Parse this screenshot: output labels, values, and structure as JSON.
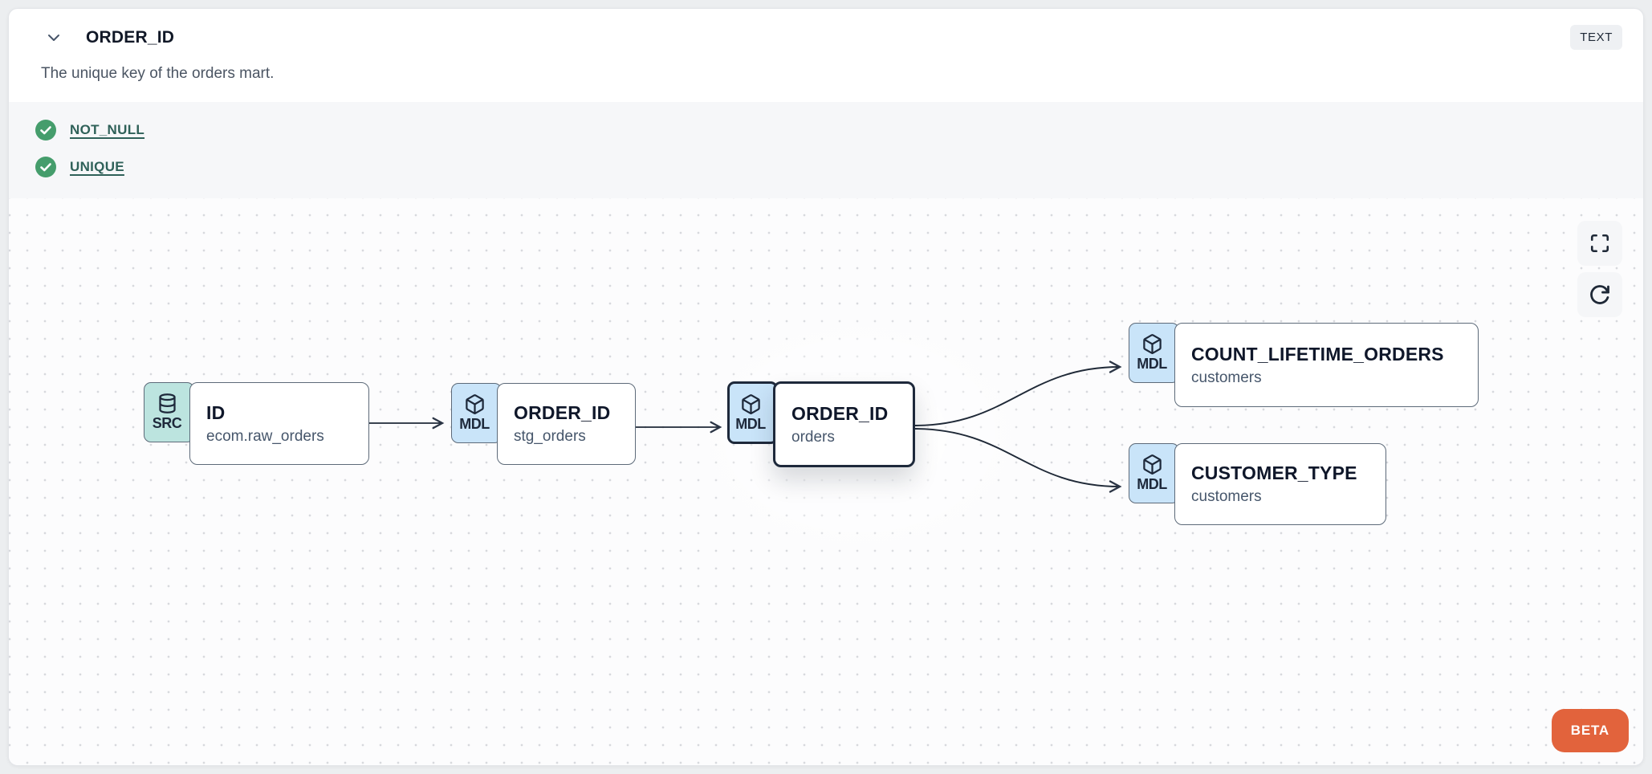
{
  "header": {
    "title": "ORDER_ID",
    "description": "The unique key of the orders mart.",
    "type_badge": "TEXT"
  },
  "tests": [
    {
      "label": "NOT_NULL",
      "status": "passed",
      "icon": "check-circle-icon"
    },
    {
      "label": "UNIQUE",
      "status": "passed",
      "icon": "check-circle-icon"
    }
  ],
  "lineage": {
    "nodes": [
      {
        "badge": "SRC",
        "icon": "database-icon",
        "title": "ID",
        "subtitle": "ecom.raw_orders",
        "highlighted": false
      },
      {
        "badge": "MDL",
        "icon": "cube-icon",
        "title": "ORDER_ID",
        "subtitle": "stg_orders",
        "highlighted": false
      },
      {
        "badge": "MDL",
        "icon": "cube-icon",
        "title": "ORDER_ID",
        "subtitle": "orders",
        "highlighted": true
      },
      {
        "badge": "MDL",
        "icon": "cube-icon",
        "title": "COUNT_LIFETIME_ORDERS",
        "subtitle": "customers",
        "highlighted": false
      },
      {
        "badge": "MDL",
        "icon": "cube-icon",
        "title": "CUSTOMER_TYPE",
        "subtitle": "customers",
        "highlighted": false
      }
    ],
    "edges": [
      {
        "from": 0,
        "to": 1
      },
      {
        "from": 1,
        "to": 2
      },
      {
        "from": 2,
        "to": 3
      },
      {
        "from": 2,
        "to": 4
      }
    ],
    "beta_label": "BETA"
  },
  "colors": {
    "accent_orange": "#e2633c",
    "test_pass_green": "#459d6c",
    "test_link_teal": "#2f6159",
    "src_badge_bg": "#bce4df",
    "mdl_badge_bg": "#c9e4f9",
    "node_border": "#5d6a79",
    "highlight_border": "#1e293b",
    "tests_section_bg": "#f6f7f9"
  }
}
